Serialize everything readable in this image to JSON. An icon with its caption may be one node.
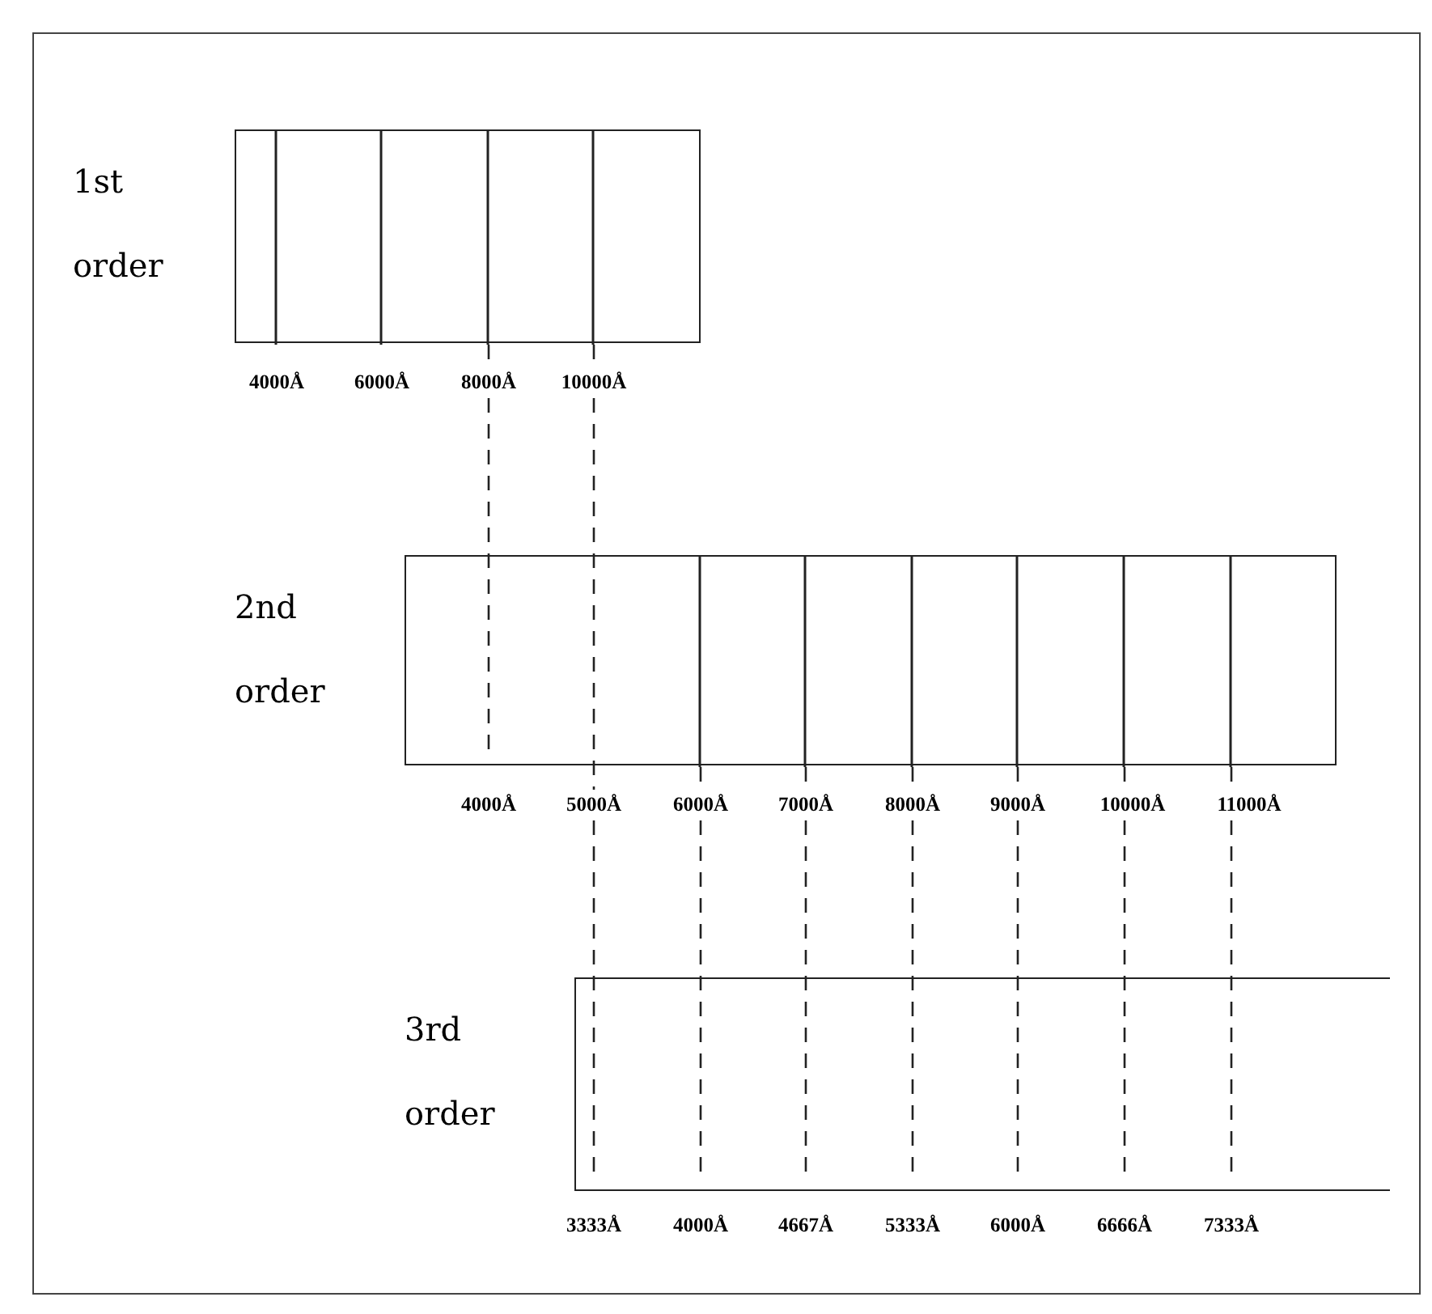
{
  "diagram": {
    "nodes": [
      {
        "text": [
          "1st order"
        ],
        "beside": [
          "4000Å",
          "6000Å",
          "8000Å",
          "10000Å"
        ]
      },
      {
        "text": [
          "2nd order"
        ],
        "beside": [
          "4000Å",
          "5000Å",
          "6000Å",
          "7000Å",
          "8000Å",
          "9000Å",
          "10000Å",
          "11000Å"
        ]
      },
      {
        "text": [
          "3rd order"
        ],
        "beside": [
          "3333Å",
          "4000Å",
          "4667Å",
          "5333Å",
          "6000Å",
          "6666Å",
          "7333Å"
        ]
      }
    ]
  }
}
